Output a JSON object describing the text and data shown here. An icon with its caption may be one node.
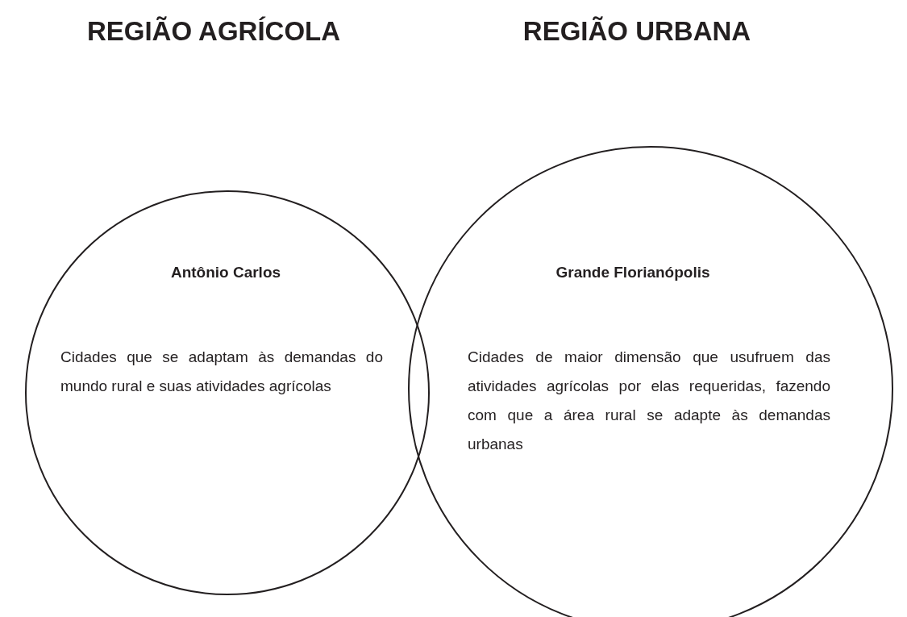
{
  "diagram": {
    "nodes": [
      {
        "text": [
          "Antônio Carlos",
          "Cidades que se adaptam às demandas do mundo rural e suas atividades agrícolas"
        ]
      },
      {
        "text": [
          "Grande Florianópolis",
          "Cidades de maior dimensão que usufruem das atividades agrícolas por elas requeridas, fazendo com que a área rural se adapte às demandas urbanas"
        ]
      }
    ],
    "edges": [],
    "labels": [
      "REGIÃO AGRÍCOLA",
      "REGIÃO URBANA"
    ]
  }
}
